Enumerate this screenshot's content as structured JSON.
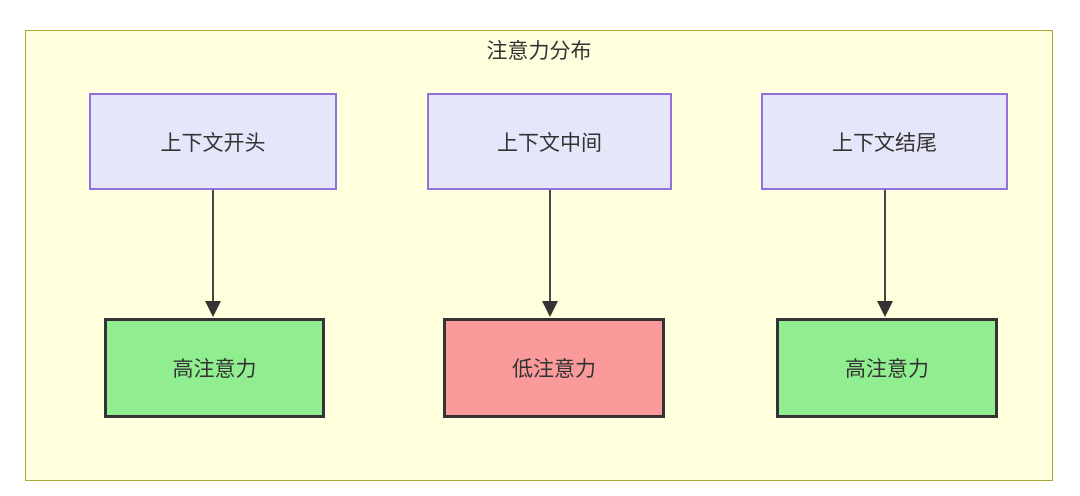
{
  "diagram": {
    "title": "注意力分布",
    "container": {
      "border_color": "#aaaa33",
      "background_color": "#ffffdd"
    },
    "palette": {
      "source_fill": "#e6e6fa",
      "source_border": "#9370db",
      "high_fill": "#90ee90",
      "low_fill": "#fa9a9a",
      "node_border": "#333333",
      "edge_color": "#333333",
      "text_color": "#333333"
    },
    "columns": [
      {
        "source_label": "上下文开头",
        "target_label": "高注意力",
        "target_kind": "high"
      },
      {
        "source_label": "上下文中间",
        "target_label": "低注意力",
        "target_kind": "low"
      },
      {
        "source_label": "上下文结尾",
        "target_label": "高注意力",
        "target_kind": "high"
      }
    ]
  }
}
